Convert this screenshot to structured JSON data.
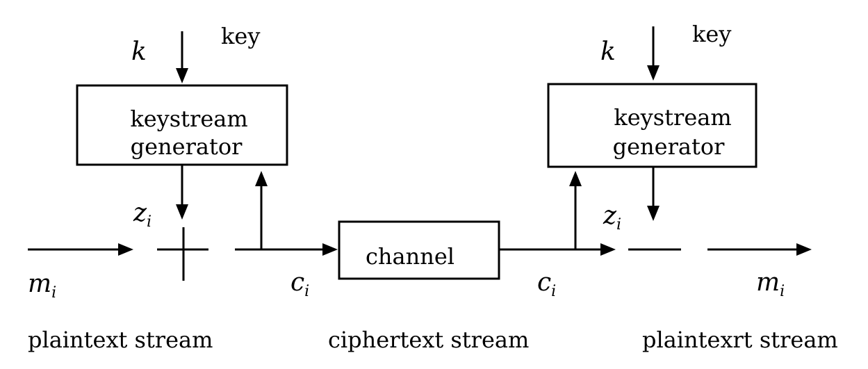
{
  "left": {
    "key_label": "key",
    "k_symbol": "k",
    "generator_line1": "keystream",
    "generator_line2": "generator",
    "z_symbol": "z",
    "z_subscript": "i",
    "m_symbol": "m",
    "m_subscript": "i",
    "c_symbol": "c",
    "c_subscript": "i",
    "stream_caption": "plaintext stream"
  },
  "channel": {
    "label": "channel",
    "stream_caption": "ciphertext stream"
  },
  "right": {
    "key_label": "key",
    "k_symbol": "k",
    "generator_line1": "keystream",
    "generator_line2": "generator",
    "z_symbol": "z",
    "z_subscript": "i",
    "c_symbol": "c",
    "c_subscript": "i",
    "m_symbol": "m",
    "m_subscript": "i",
    "stream_caption": "plaintexrt stream"
  }
}
